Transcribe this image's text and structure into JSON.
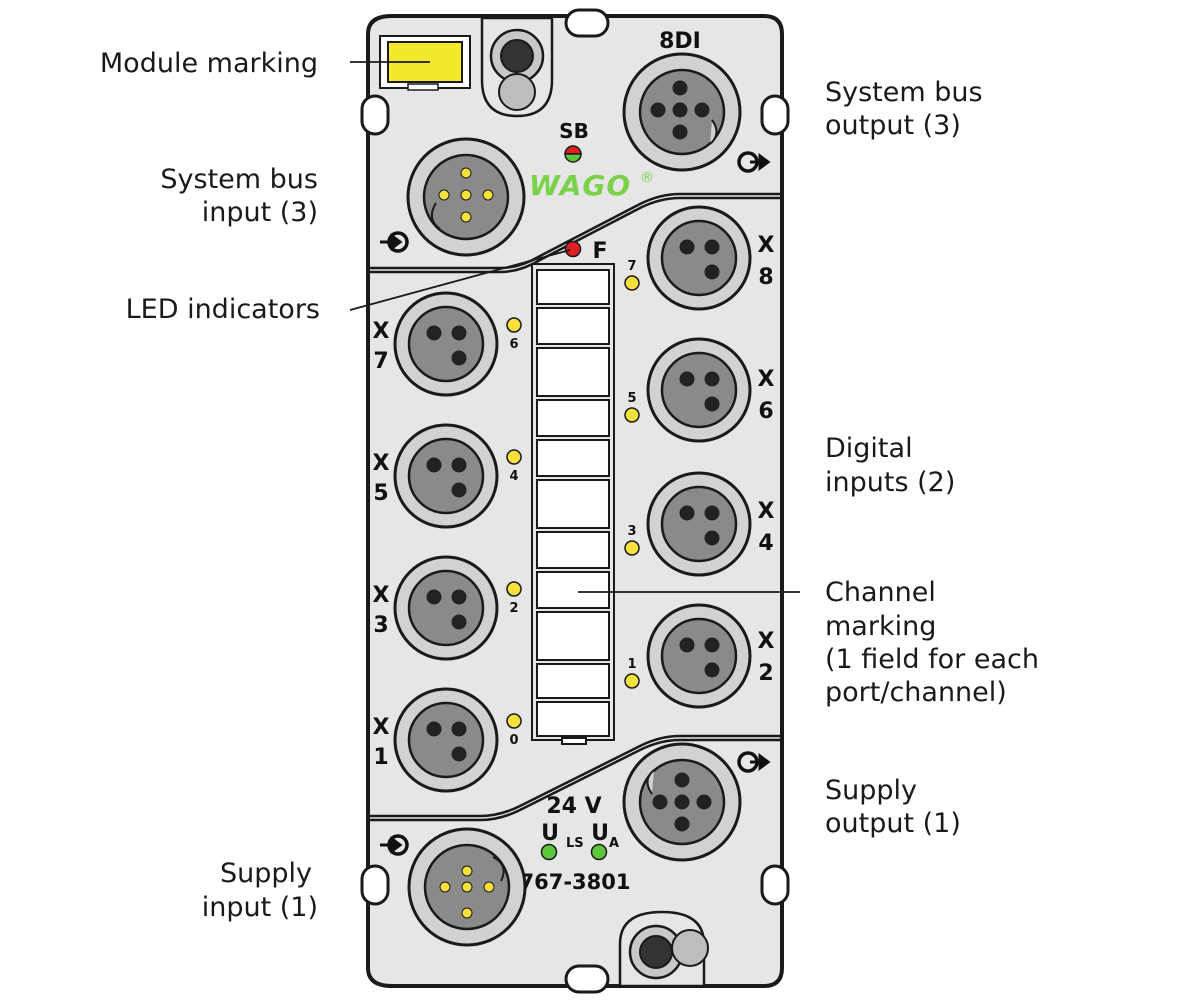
{
  "module": {
    "type_label": "8DI",
    "sb_label": "SB",
    "brand": "WAGO",
    "registered": "®",
    "f_label": "F",
    "voltage": "24 V",
    "u_ls": "U",
    "u_ls_sub": "LS",
    "u_a": "U",
    "u_a_sub": "A",
    "part_number": "767-3801",
    "colors": {
      "housing": "#e6e6e6",
      "marking": "#f3e82a",
      "led_yellow": "#f7e13a",
      "led_green": "#5cc73a",
      "led_red": "#e02020",
      "brand_green": "#7ad14a"
    }
  },
  "ports": {
    "left": [
      {
        "x": "X",
        "n": "7",
        "led": "6"
      },
      {
        "x": "X",
        "n": "5",
        "led": "4"
      },
      {
        "x": "X",
        "n": "3",
        "led": "2"
      },
      {
        "x": "X",
        "n": "1",
        "led": "0"
      }
    ],
    "right": [
      {
        "x": "X",
        "n": "8",
        "led": "7"
      },
      {
        "x": "X",
        "n": "6",
        "led": "5"
      },
      {
        "x": "X",
        "n": "4",
        "led": "3"
      },
      {
        "x": "X",
        "n": "2",
        "led": "1"
      }
    ]
  },
  "callouts": {
    "module_marking": "Module marking",
    "system_bus_input_1": "System bus",
    "system_bus_input_2": "input (3)",
    "led_indicators": "LED indicators",
    "supply_input_1": "Supply",
    "supply_input_2": "input (1)",
    "system_bus_output_1": "System bus",
    "system_bus_output_2": "output (3)",
    "digital_inputs_1": "Digital",
    "digital_inputs_2": "inputs (2)",
    "channel_marking_1": "Channel",
    "channel_marking_2": "marking",
    "channel_marking_3": "(1 field for each",
    "channel_marking_4": "port/channel)",
    "supply_output_1": "Supply",
    "supply_output_2": "output (1)"
  }
}
